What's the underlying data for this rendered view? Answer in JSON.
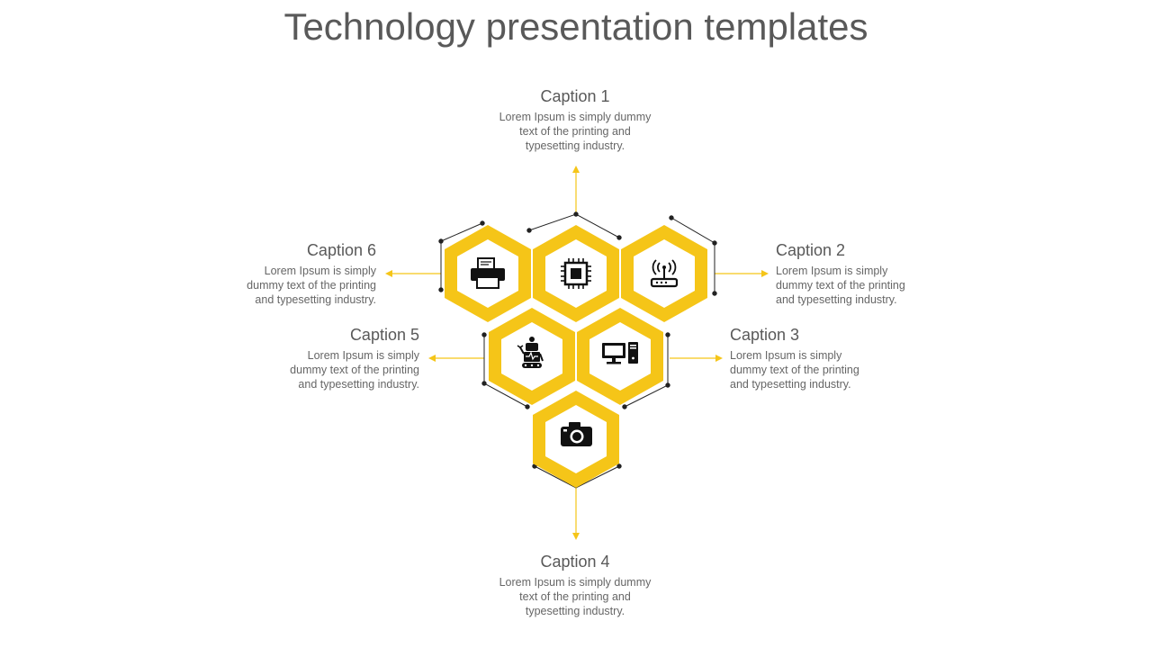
{
  "slide": {
    "title": "Technology presentation templates"
  },
  "colors": {
    "accent": "#F5C518",
    "accent_dark": "#E6B200",
    "text": "#595959",
    "body_text": "#666666",
    "connector": "#222222"
  },
  "captions": [
    {
      "heading": "Caption 1",
      "body": "Lorem Ipsum is simply dummy text of the printing and typesetting industry."
    },
    {
      "heading": "Caption 2",
      "body": "Lorem Ipsum is simply dummy text of the printing and typesetting industry."
    },
    {
      "heading": "Caption 3",
      "body": "Lorem Ipsum is simply dummy text of the printing and typesetting industry."
    },
    {
      "heading": "Caption 4",
      "body": "Lorem Ipsum is simply dummy text of the printing and typesetting industry."
    },
    {
      "heading": "Caption 5",
      "body": "Lorem Ipsum is simply dummy text of the printing and typesetting industry."
    },
    {
      "heading": "Caption 6",
      "body": "Lorem Ipsum is simply dummy text of the printing and typesetting industry."
    }
  ],
  "hexagons": [
    {
      "icon": "printer-icon"
    },
    {
      "icon": "chip-icon"
    },
    {
      "icon": "router-icon"
    },
    {
      "icon": "robot-icon"
    },
    {
      "icon": "desktop-computer-icon"
    },
    {
      "icon": "camera-icon"
    }
  ]
}
